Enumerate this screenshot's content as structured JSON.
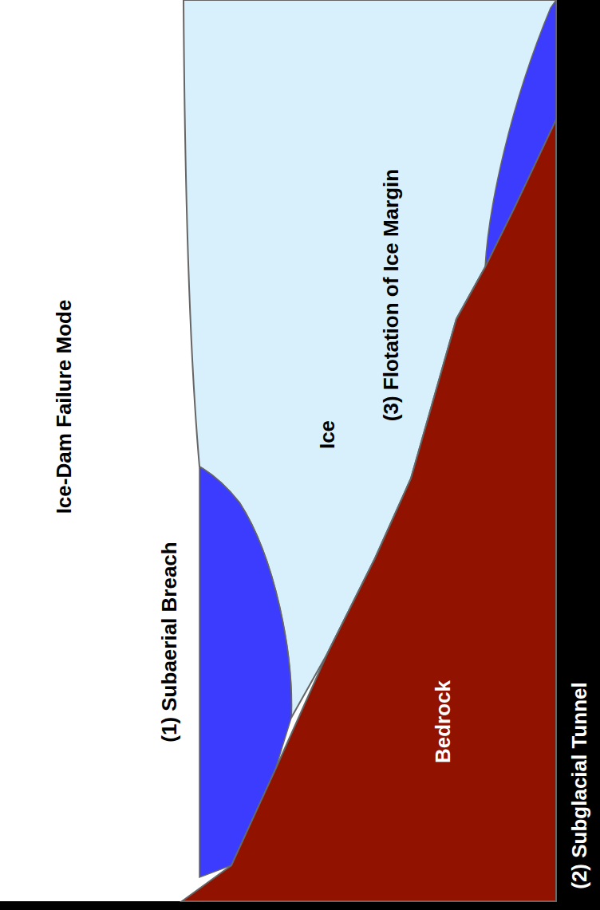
{
  "diagram": {
    "title": "Ice-Dam Failure Mode",
    "labels": [
      "(1) Subaerial Breach",
      "Ice",
      "(3) Flotation of Ice Margin",
      "Bedrock",
      "(2) Subglacial Tunnel"
    ]
  }
}
